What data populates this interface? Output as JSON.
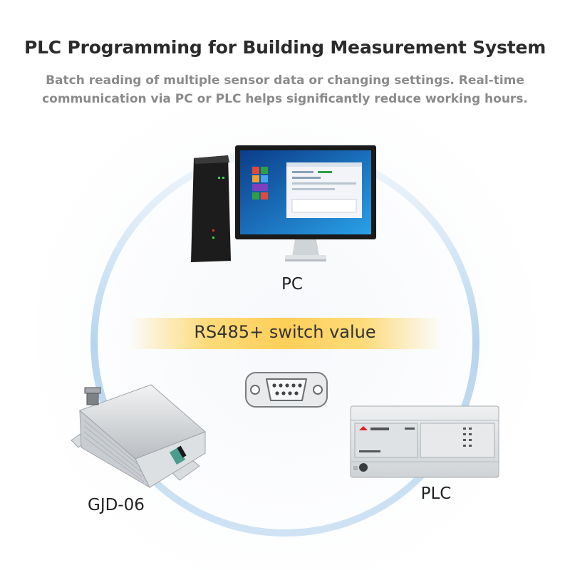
{
  "header": {
    "title": "PLC Programming for Building Measurement System",
    "subtitle_line1": "Batch reading of multiple sensor data or changing settings. Real-time",
    "subtitle_line2": "communication via PC or PLC helps significantly reduce working hours."
  },
  "nodes": {
    "pc_label": "PC",
    "interface_label": "RS485+ switch value",
    "sensor_label": "GJD-06",
    "plc_label": "PLC"
  },
  "icons": [
    "computer-tower-icon",
    "monitor-icon",
    "db9-connector-icon",
    "sensor-device-icon",
    "plc-device-icon"
  ],
  "colors": {
    "ring_blue": "#a9cdea",
    "band_yellow": "#ffd25a",
    "title": "#2b2b2b",
    "subtitle": "#8a8a8a"
  }
}
